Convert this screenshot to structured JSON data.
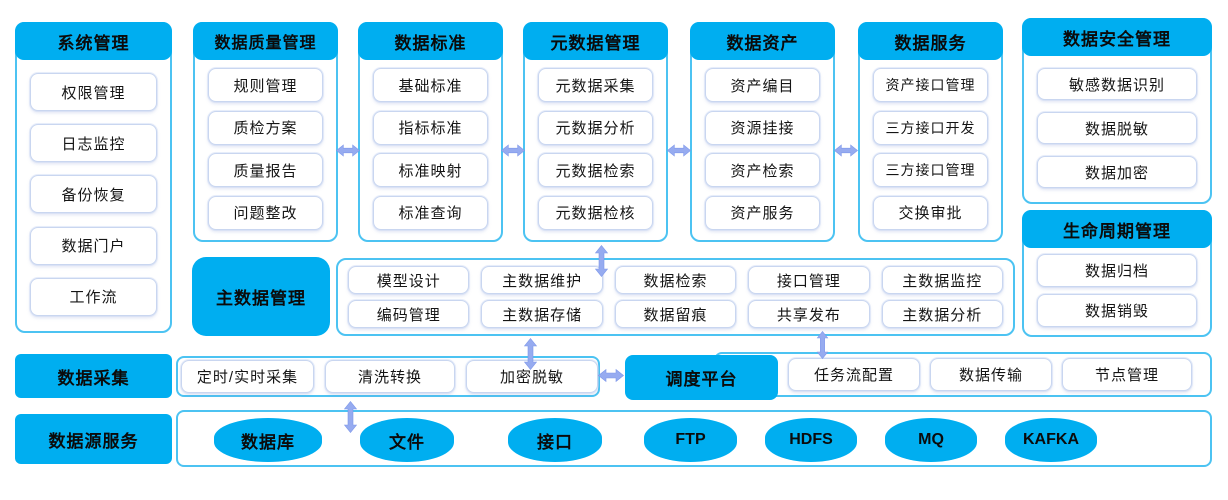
{
  "palette": {
    "primary_blue": "#00AEF0",
    "arrow_blue": "#96ABF0",
    "panel_border": "#4CC3F2",
    "item_border": "#C9D6F0",
    "text": "#111111"
  },
  "columns": [
    {
      "title": "系统管理",
      "items": [
        "权限管理",
        "日志监控",
        "备份恢复",
        "数据门户",
        "工作流"
      ]
    },
    {
      "title": "数据质量管理",
      "items": [
        "规则管理",
        "质检方案",
        "质量报告",
        "问题整改"
      ]
    },
    {
      "title": "数据标准",
      "items": [
        "基础标准",
        "指标标准",
        "标准映射",
        "标准查询"
      ]
    },
    {
      "title": "元数据管理",
      "items": [
        "元数据采集",
        "元数据分析",
        "元数据检索",
        "元数据检核"
      ]
    },
    {
      "title": "数据资产",
      "items": [
        "资产编目",
        "资源挂接",
        "资产检索",
        "资产服务"
      ]
    },
    {
      "title": "数据服务",
      "items": [
        "资产接口管理",
        "三方接口开发",
        "三方接口管理",
        "交换审批"
      ]
    },
    {
      "title": "数据安全管理",
      "items": [
        "敏感数据识别",
        "数据脱敏",
        "数据加密"
      ]
    },
    {
      "title": "生命周期管理",
      "items": [
        "数据归档",
        "数据销毁"
      ]
    }
  ],
  "master_data_row": {
    "title": "主数据管理",
    "items_row1": [
      "模型设计",
      "主数据维护",
      "数据检索",
      "接口管理",
      "主数据监控"
    ],
    "items_row2": [
      "编码管理",
      "主数据存储",
      "数据留痕",
      "共享发布",
      "主数据分析"
    ]
  },
  "collection_row": {
    "title": "数据采集",
    "items": [
      "定时/实时采集",
      "清洗转换",
      "加密脱敏"
    ]
  },
  "scheduler_row": {
    "title": "调度平台",
    "items": [
      "任务流配置",
      "数据传输",
      "节点管理"
    ]
  },
  "datasource_row": {
    "title": "数据源服务",
    "sources": [
      "数据库",
      "文件",
      "接口",
      "FTP",
      "HDFS",
      "MQ",
      "KAFKA"
    ]
  }
}
